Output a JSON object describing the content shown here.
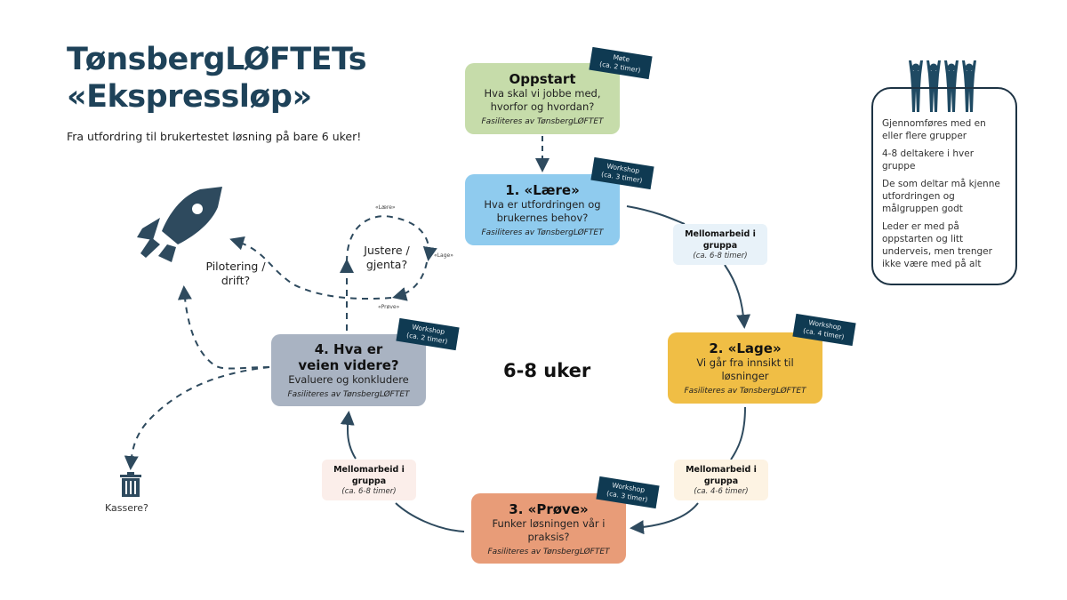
{
  "header": {
    "title_line1": "TønsbergLØFTETs",
    "title_line2": "«Ekspressløp»",
    "subtitle": "Fra utfordring til brukertestet løsning på bare 6 uker!"
  },
  "center_label": "6-8 uker",
  "facilitator": "Fasiliteres av TønsbergLØFTET",
  "steps": {
    "oppstart": {
      "title": "Oppstart",
      "desc": "Hva skal vi jobbe med, hvorfor og hvordan?",
      "tag1": "Møte",
      "tag2": "(ca. 2 timer)",
      "color": "#c6dcaa"
    },
    "laere": {
      "title": "1. «Lære»",
      "desc": "Hva er utfordringen og brukernes behov?",
      "tag1": "Workshop",
      "tag2": "(ca. 3 timer)",
      "color": "#8fcbee"
    },
    "lage": {
      "title": "2. «Lage»",
      "desc": "Vi går fra innsikt til løsninger",
      "tag1": "Workshop",
      "tag2": "(ca. 4 timer)",
      "color": "#f0be45"
    },
    "prove": {
      "title": "3. «Prøve»",
      "desc": "Funker løsningen vår i praksis?",
      "tag1": "Workshop",
      "tag2": "(ca. 3 timer)",
      "color": "#e89c78"
    },
    "veien": {
      "title": "4. Hva er veien videre?",
      "desc": "Evaluere og konkludere",
      "tag1": "Workshop",
      "tag2": "(ca. 2 timer)",
      "color": "#a9b3c2"
    }
  },
  "mellomarbeid": [
    {
      "title": "Mellomarbeid i gruppa",
      "time": "(ca. 6-8 timer)",
      "color": "#e8f2f9"
    },
    {
      "title": "Mellomarbeid i gruppa",
      "time": "(ca. 4-6 timer)",
      "color": "#fdf3e3"
    },
    {
      "title": "Mellomarbeid i gruppa",
      "time": "(ca. 6-8 timer)",
      "color": "#fbeeea"
    }
  ],
  "loop": {
    "label": "Justere / gjenta?",
    "laere": "«Lære»",
    "lage": "«Lage»",
    "prove": "«Prøve»"
  },
  "outcomes": {
    "pilot": "Pilotering / drift?",
    "discard": "Kassere?"
  },
  "panel": {
    "items": [
      "Gjennomføres med en eller flere grupper",
      "4-8 deltakere i hver gruppe",
      "De som deltar må kjenne utfordringen og målgruppen godt",
      "Leder er med på oppstarten og litt underveis, men trenger ikke være med på alt"
    ]
  },
  "colors": {
    "dark": "#1e4259",
    "tag": "#0f3a52",
    "arrow": "#2e4a5e"
  }
}
